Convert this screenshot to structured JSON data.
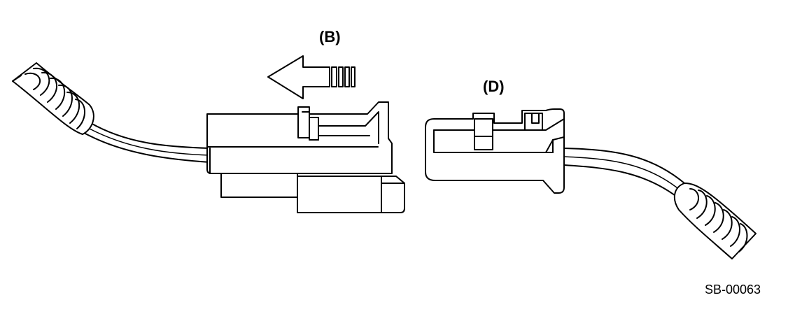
{
  "figure": {
    "labels": {
      "b": "(B)",
      "d": "(D)"
    },
    "figure_code": "SB-00063"
  },
  "colors": {
    "stroke": "#000000",
    "fill": "#ffffff"
  },
  "icons": {
    "arrow": "direction-arrow-icon"
  }
}
